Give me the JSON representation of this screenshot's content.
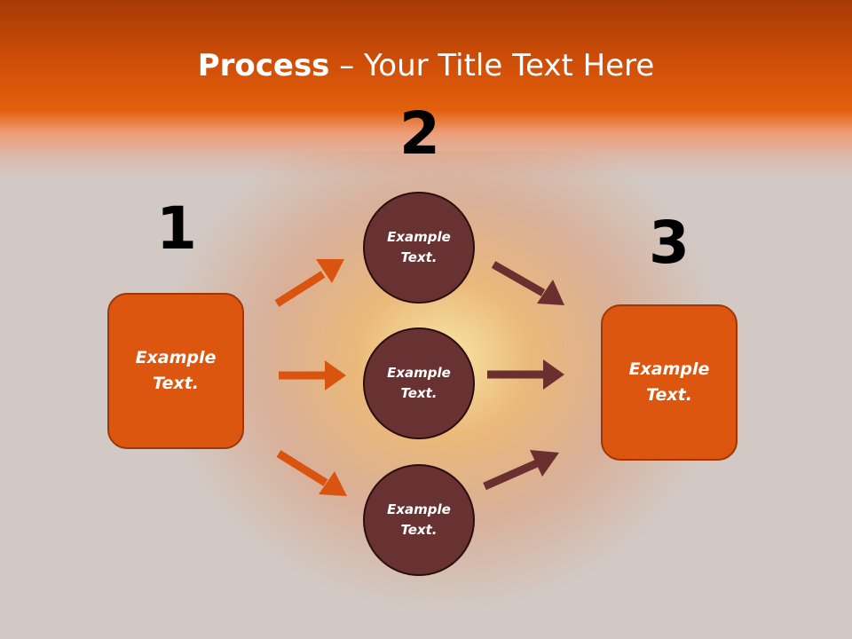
{
  "slide": {
    "title_bold": "Process",
    "title_rest": " – Your Title Text Here"
  },
  "steps": {
    "step1_number": "1",
    "step2_number": "2",
    "step3_number": "3"
  },
  "nodes": {
    "left_box": "Example Text.",
    "circle_top": "Example Text.",
    "circle_middle": "Example Text.",
    "circle_bottom": "Example Text.",
    "right_box": "Example Text."
  },
  "colors": {
    "header_orange": "#e2600c",
    "box_fill": "#dd5610",
    "circle_fill": "#693232",
    "arrow_left": "#d9540f",
    "arrow_right": "#6b2f2f"
  }
}
